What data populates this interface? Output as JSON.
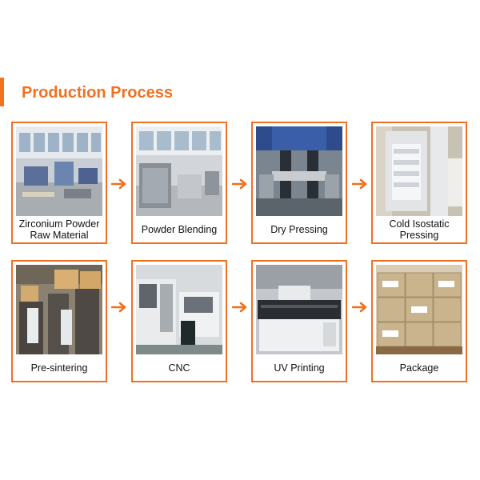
{
  "header": {
    "title": "Production Process"
  },
  "accent_color": "#f2701f",
  "steps": [
    {
      "label": "Zirconium Powder Raw Material",
      "photo_icon": "factory-floor-photo"
    },
    {
      "label": "Powder Blending",
      "photo_icon": "blending-machine-photo"
    },
    {
      "label": "Dry Pressing",
      "photo_icon": "press-machine-photo"
    },
    {
      "label": "Cold Isostatic Pressing",
      "photo_icon": "isostatic-press-photo"
    },
    {
      "label": "Pre-sintering",
      "photo_icon": "furnace-photo"
    },
    {
      "label": "CNC",
      "photo_icon": "cnc-machine-photo"
    },
    {
      "label": "UV Printing",
      "photo_icon": "uv-printer-photo"
    },
    {
      "label": "Package",
      "photo_icon": "boxes-photo"
    }
  ]
}
